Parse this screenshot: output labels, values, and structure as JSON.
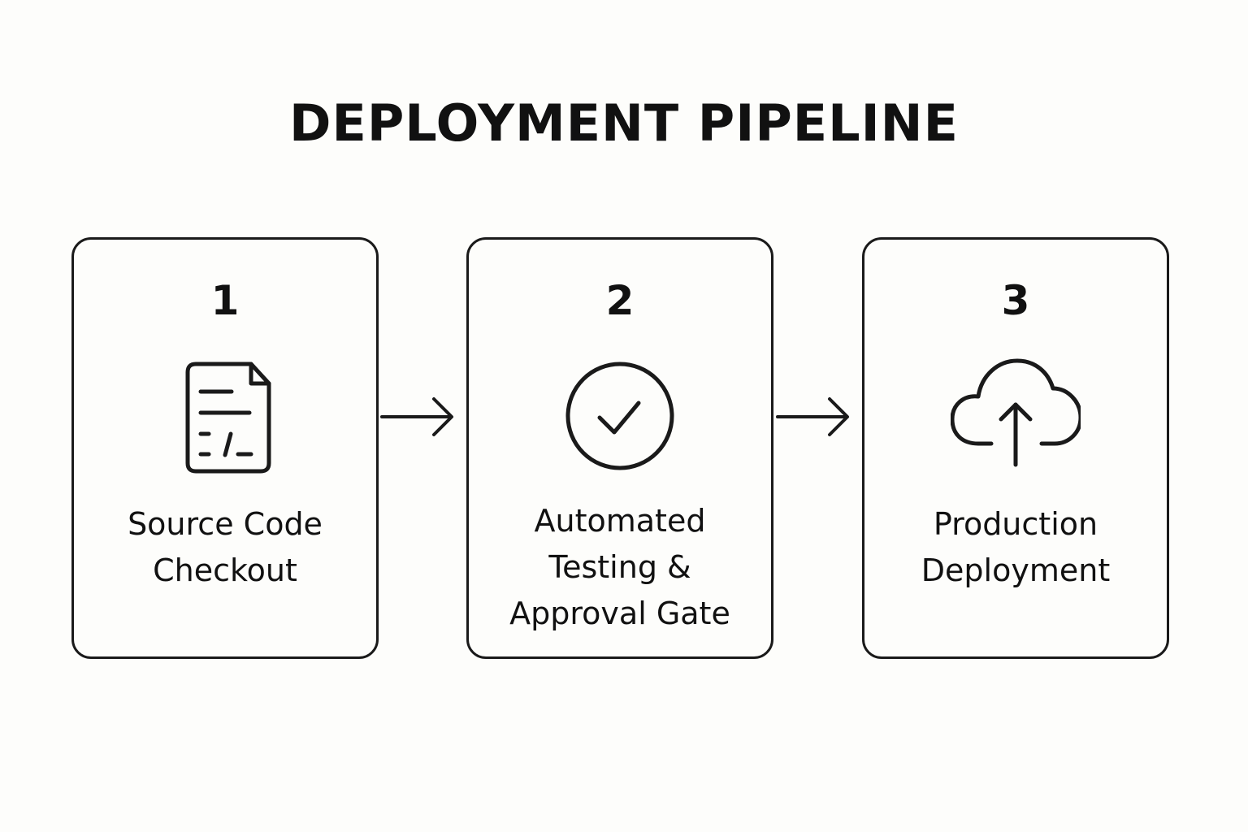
{
  "title": "DEPLOYMENT PIPELINE",
  "steps": [
    {
      "number": "1",
      "icon": "code-file-icon",
      "label_lines": [
        "Source Code",
        "Checkout"
      ]
    },
    {
      "number": "2",
      "icon": "check-circle-icon",
      "label_lines": [
        "Automated",
        "Testing &",
        "Approval Gate"
      ]
    },
    {
      "number": "3",
      "icon": "cloud-upload-icon",
      "label_lines": [
        "Production",
        "Deployment"
      ]
    }
  ],
  "colors": {
    "background": "#fdfdfb",
    "stroke": "#1a1a1a",
    "text": "#111111"
  }
}
